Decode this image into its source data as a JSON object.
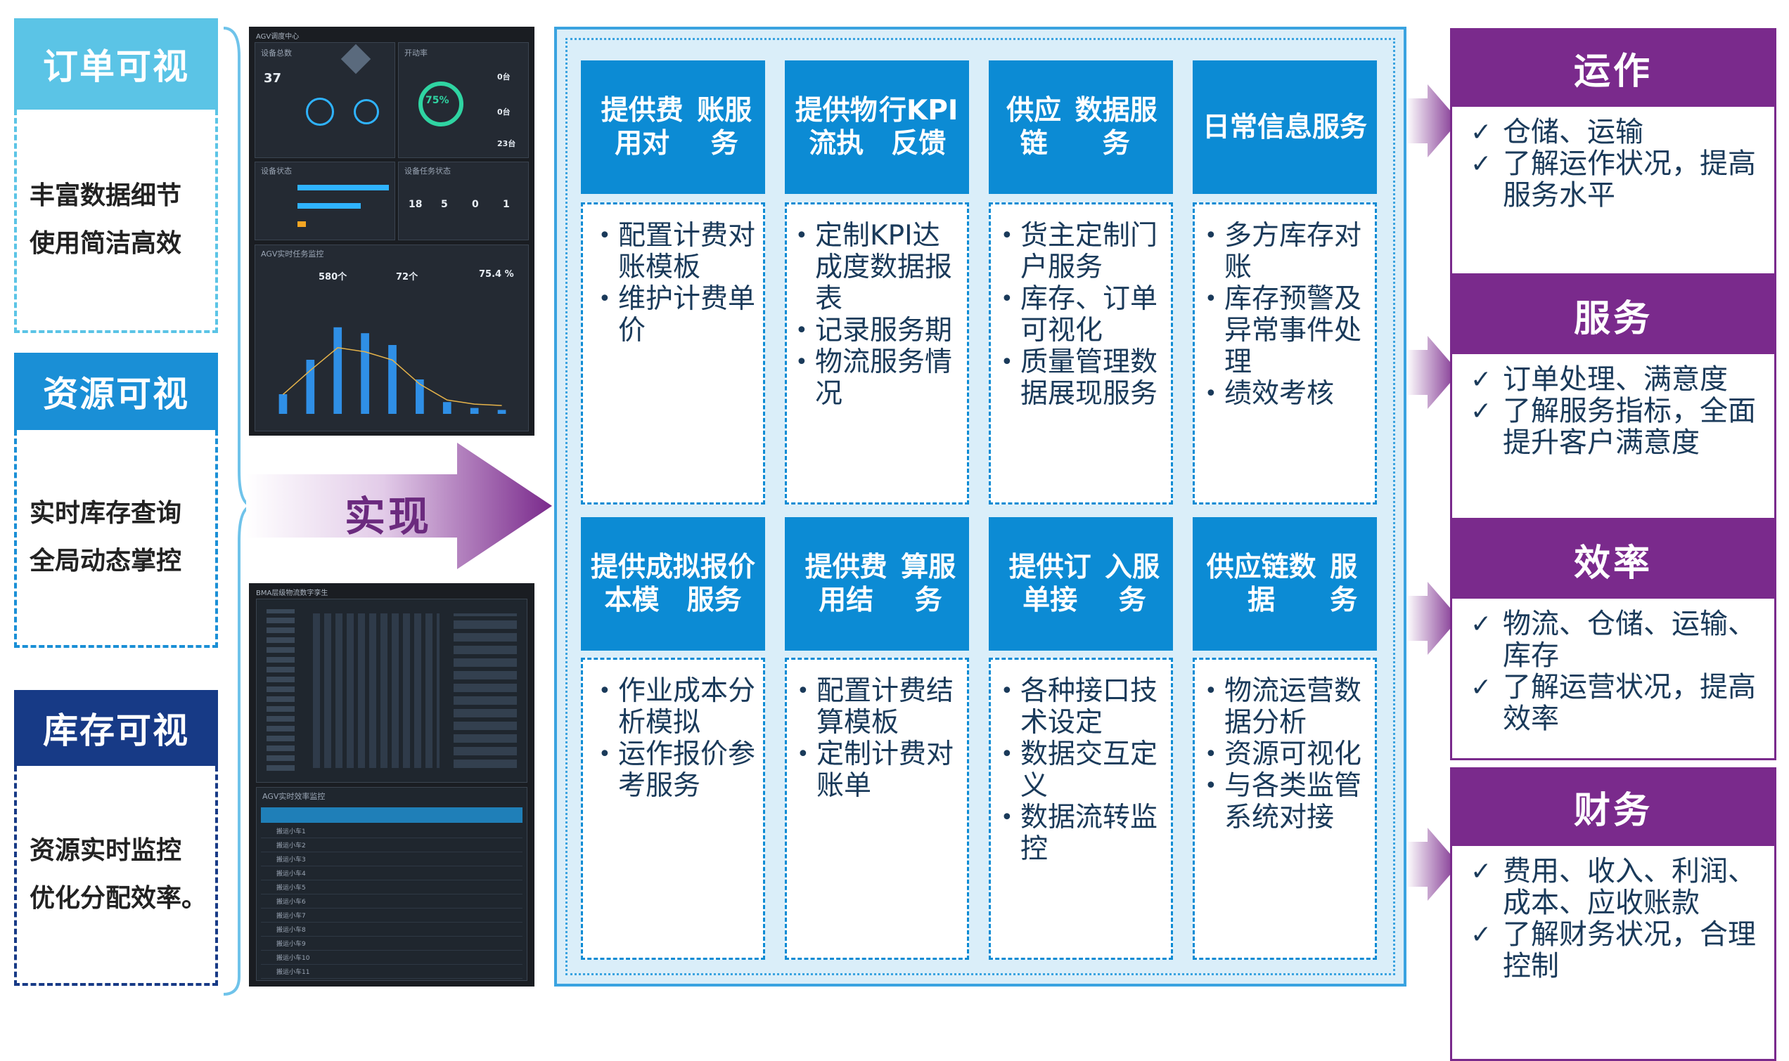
{
  "left_cards": [
    {
      "title": "订单可视",
      "lines": [
        "丰富数据细节",
        "使用简洁高效"
      ],
      "color": "#5bc4e6"
    },
    {
      "title": "资源可视",
      "lines": [
        "实时库存查询",
        "全局动态掌控"
      ],
      "color": "#1a8fd6"
    },
    {
      "title": "库存可视",
      "lines": [
        "资源实时监控",
        "优化分配效率。"
      ],
      "color": "#173a86"
    }
  ],
  "arrow_label": "实现",
  "dashboard_top": {
    "title": "AGV调度中心",
    "device_total_label": "设备总数",
    "device_total": "37",
    "kpi_label": "开动率",
    "kpi_value": "75%",
    "right_values": [
      "0台",
      "0台",
      "23台"
    ],
    "status_label": "设备状态",
    "task_label": "设备任务状态",
    "task_values": [
      "18",
      "5",
      "0",
      "1"
    ],
    "chart_title": "AGV实时任务监控",
    "metrics": [
      "580个",
      "72个",
      "75.4 %"
    ],
    "bar_heights": [
      0.2,
      0.55,
      0.88,
      0.82,
      0.7,
      0.35,
      0.12,
      0.06,
      0.04
    ]
  },
  "dashboard_bottom": {
    "title": "BMA层级物流数字孪生",
    "table_title": "AGV实时效率监控",
    "row_prefix": "搬运小车",
    "row_count": 11
  },
  "services_top": [
    {
      "title": "提供费用对账服务",
      "title_lines": [
        "提供费用对",
        "账服务"
      ],
      "items": [
        "配置计费对账模板",
        "维护计费单价"
      ]
    },
    {
      "title": "提供物流执行KPI反馈",
      "title_lines": [
        "提供物流执",
        "行KPI反馈"
      ],
      "items": [
        "定制KPI达成度数据报表",
        "记录服务期",
        "物流服务情况"
      ]
    },
    {
      "title": "供应链数据服务",
      "title_lines": [
        "供应链",
        "数据服务"
      ],
      "items": [
        "货主定制门户服务",
        "库存、订单可视化",
        "质量管理数据展现服务"
      ]
    },
    {
      "title": "日常信息服务",
      "title_lines": [
        "日常",
        "信息服务"
      ],
      "items": [
        "多方库存对账",
        "库存预警及异常事件处理",
        "绩效考核"
      ]
    }
  ],
  "services_bottom": [
    {
      "title_lines": [
        "提供成本模",
        "拟报价服务"
      ],
      "items": [
        "作业成本分析模拟",
        "运作报价参考服务"
      ]
    },
    {
      "title_lines": [
        "提供费用结",
        "算服务"
      ],
      "items": [
        "配置计费结算模板",
        "定制计费对账单"
      ]
    },
    {
      "title_lines": [
        "提供订单接",
        "入服务"
      ],
      "items": [
        "各种接口技术设定",
        "数据交互定义",
        "数据流转监控"
      ]
    },
    {
      "title_lines": [
        "供应链数据",
        "服务"
      ],
      "items": [
        "物流运营数据分析",
        "资源可视化",
        "与各类监管系统对接"
      ]
    }
  ],
  "right_boxes": [
    {
      "title": "运作",
      "items": [
        "仓储、运输",
        "了解运作状况，提高服务水平"
      ]
    },
    {
      "title": "服务",
      "items": [
        "订单处理、满意度",
        "了解服务指标，全面提升客户满意度"
      ]
    },
    {
      "title": "效率",
      "items": [
        "物流、仓储、运输、库存",
        "了解运营状况，提高效率"
      ]
    },
    {
      "title": "财务",
      "items": [
        "费用、收入、利润、成本、应收账款",
        "了解财务状况，合理控制"
      ]
    }
  ],
  "colors": {
    "blue": "#0c8bd4",
    "purple": "#7a2a8c",
    "frame": "#3aa3e0",
    "frame_bg": "#daeef9"
  }
}
